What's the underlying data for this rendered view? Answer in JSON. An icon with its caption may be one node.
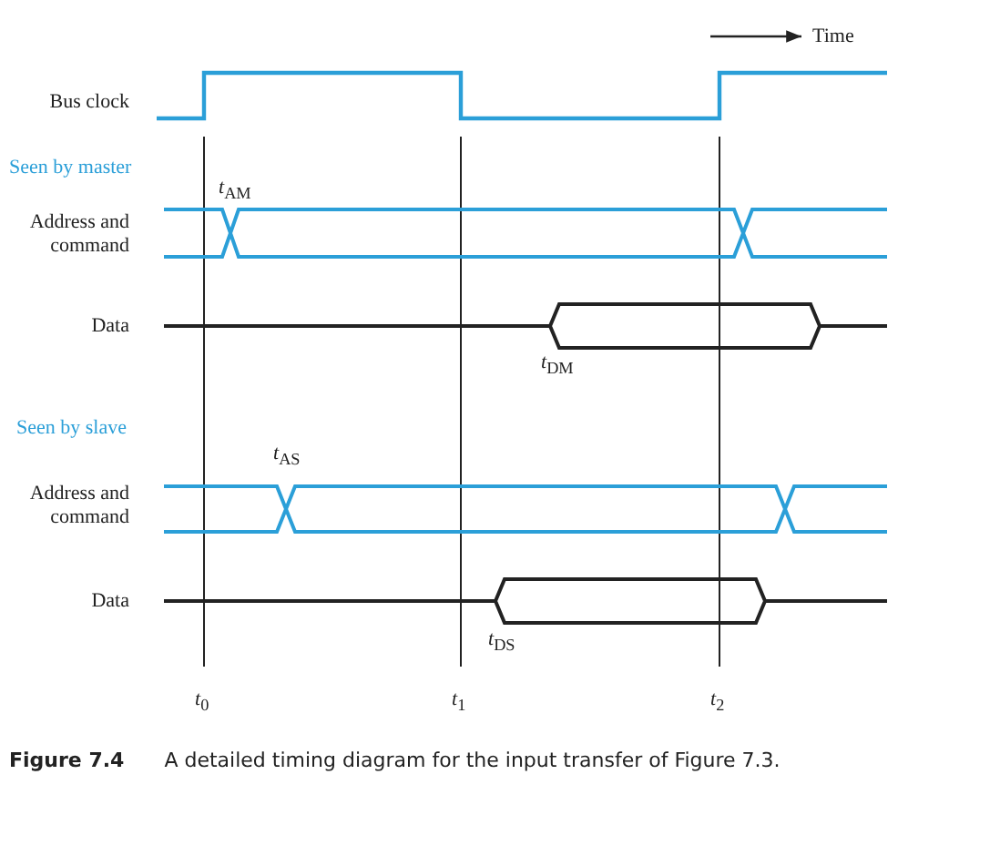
{
  "diagram": {
    "caption": "**Figure 7.4**  A detailed timing diagram for the input transfer of Figure 7.3.",
    "labels": [
      "Time",
      "Bus clock",
      "Seen by master",
      "*t*$_{AM}$",
      "Address and command",
      "Data",
      "*t*$_{DM}$",
      "Seen by slave",
      "*t*$_{AS}$",
      "Address and command",
      "Data",
      "*t*$_{DS}$",
      "*t*$_{0}$",
      "*t*$_{1}$",
      "*t*$_{2}$"
    ]
  }
}
